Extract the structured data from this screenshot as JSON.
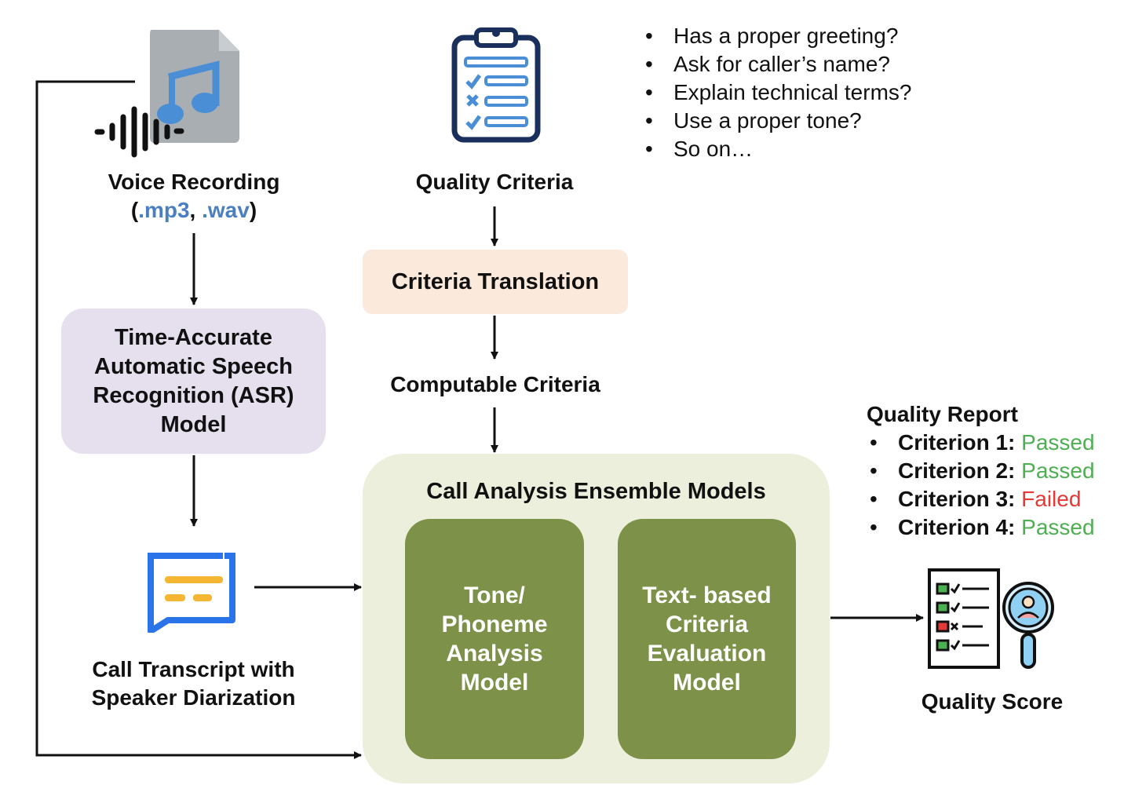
{
  "voice_recording": {
    "title": "Voice Recording",
    "paren_open": "(",
    "ext1": ".mp3",
    "sep": ", ",
    "ext2": ".wav",
    "paren_close": ")"
  },
  "quality_criteria": {
    "title": "Quality Criteria"
  },
  "criteria_examples": [
    "Has a proper greeting?",
    "Ask for caller’s name?",
    "Explain technical terms?",
    "Use a proper tone?",
    "So on…"
  ],
  "criteria_translation": {
    "label": "Criteria Translation"
  },
  "computable_criteria": {
    "label": "Computable Criteria"
  },
  "asr_model": {
    "label": "Time-Accurate Automatic Speech Recognition (ASR) Model"
  },
  "call_transcript": {
    "line1": "Call Transcript with",
    "line2": "Speaker Diarization"
  },
  "ensemble": {
    "title": "Call Analysis Ensemble Models",
    "tone_model": "Tone/ Phoneme Analysis Model",
    "text_model": "Text- based Criteria Evaluation Model"
  },
  "quality_report": {
    "title": "Quality Report",
    "items": [
      {
        "label": "Criterion 1:",
        "status": "Passed"
      },
      {
        "label": "Criterion 2:",
        "status": "Passed"
      },
      {
        "label": "Criterion 3:",
        "status": "Failed"
      },
      {
        "label": "Criterion 4:",
        "status": "Passed"
      }
    ]
  },
  "quality_score": {
    "label": "Quality Score"
  },
  "colors": {
    "asr_box": "#e6e0ee",
    "translation_box": "#fbe9dc",
    "ensemble_box": "#ebefdc",
    "model_box": "#7d9148",
    "passed": "#4caf50",
    "failed": "#e53935",
    "file_ext": "#4a7fc1"
  },
  "icons": [
    "audio-file-icon",
    "clipboard-checklist-icon",
    "chat-transcript-icon",
    "report-magnifier-icon"
  ]
}
